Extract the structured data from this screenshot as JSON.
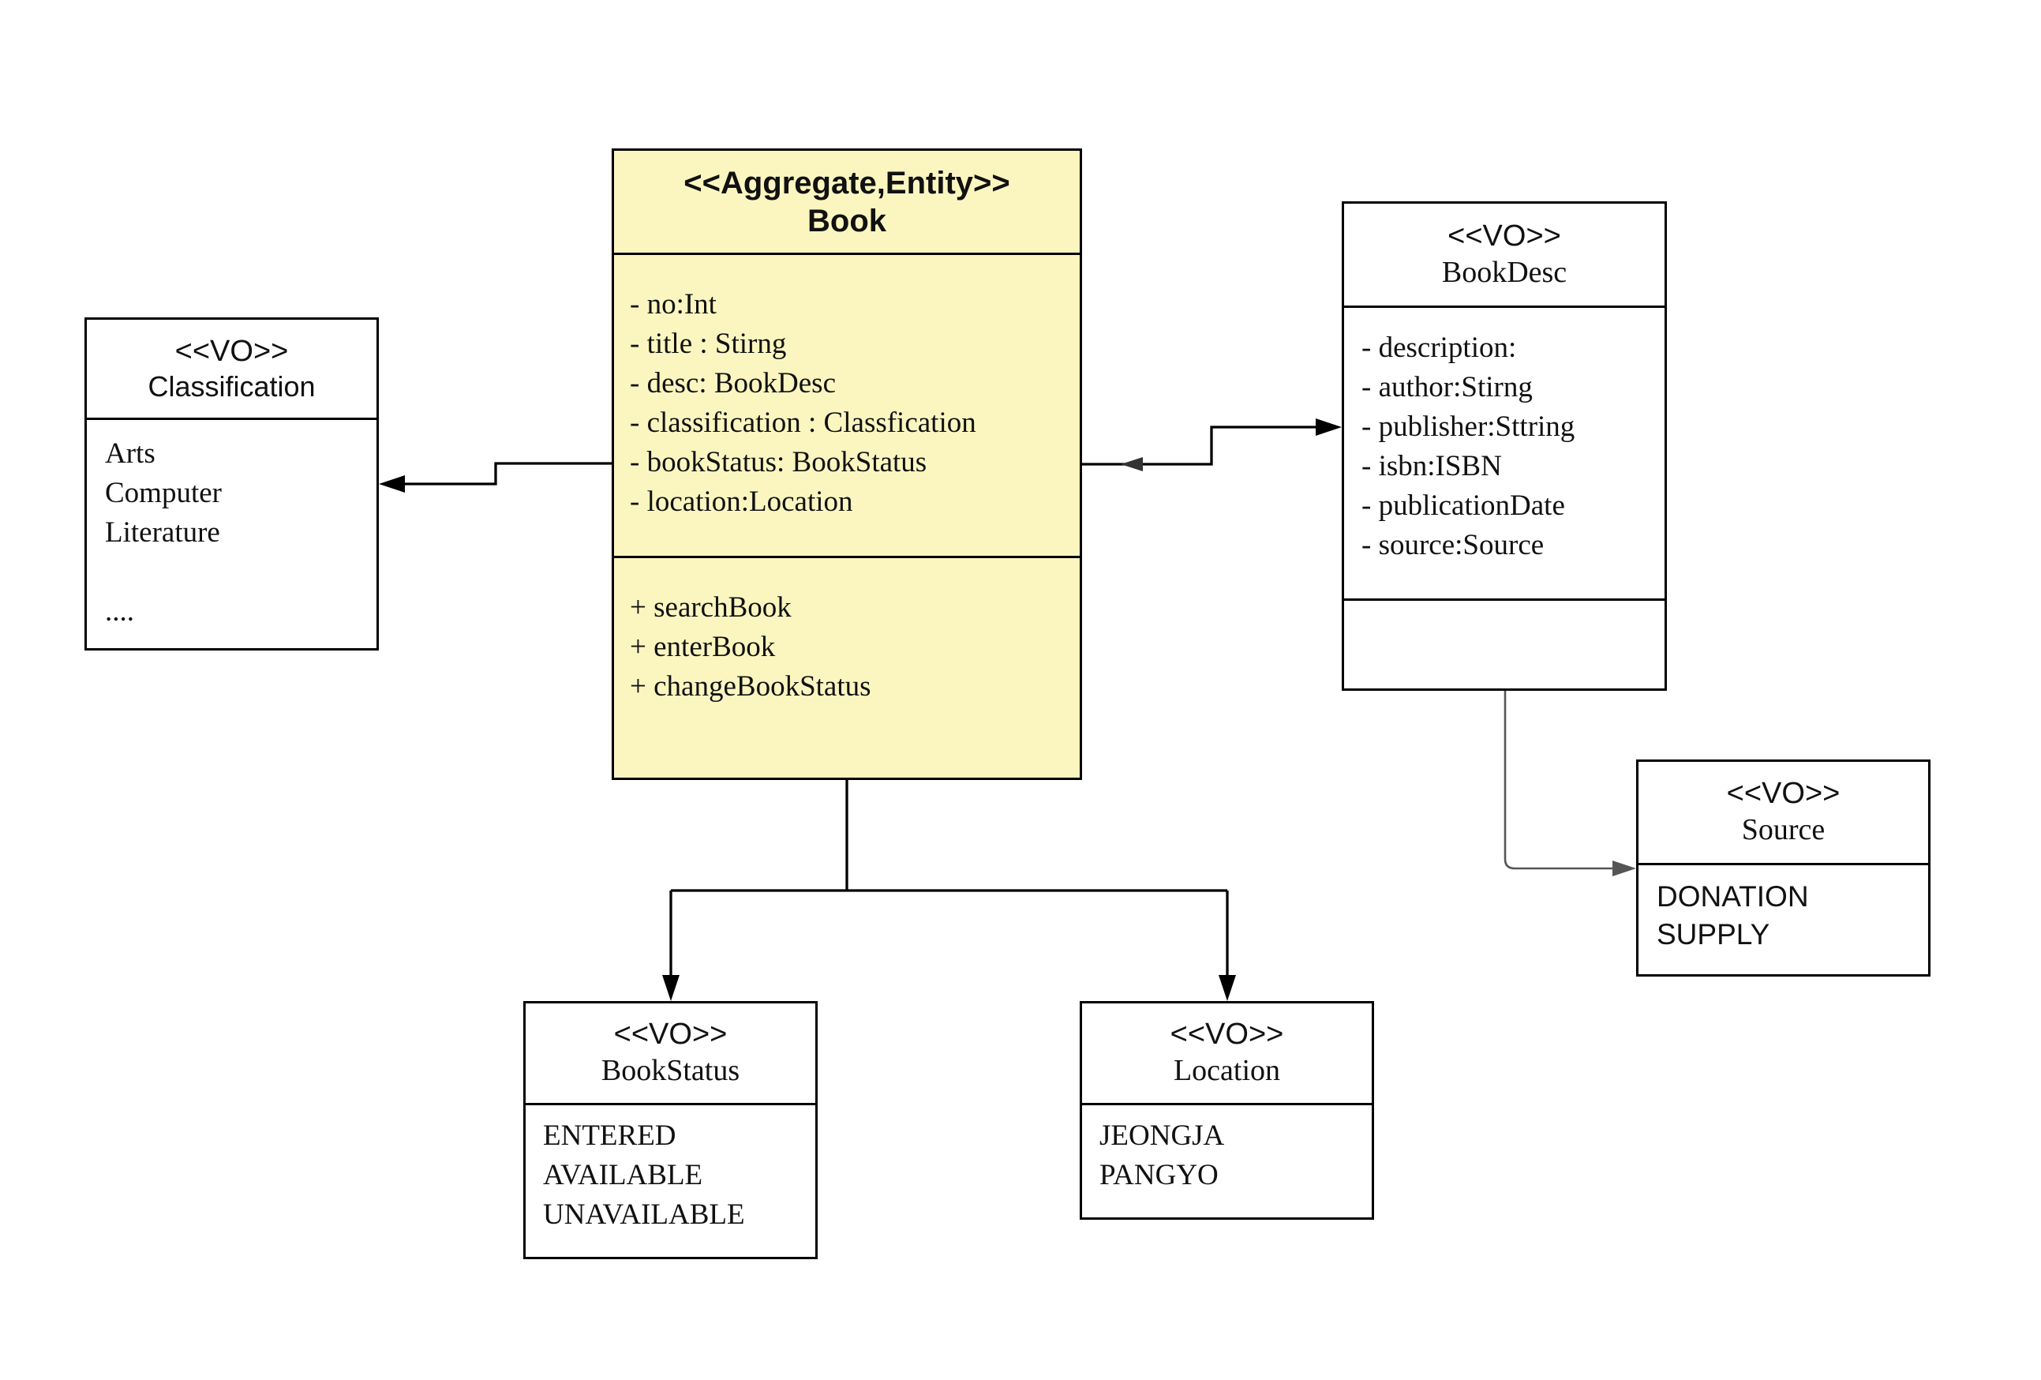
{
  "colors": {
    "entity_fill": "#fbf6c0",
    "vo_fill": "#ffffff",
    "stroke": "#000000",
    "connector_gray": "#555555"
  },
  "book": {
    "stereotype": "<<Aggregate,Entity>>",
    "name": "Book",
    "attributes": [
      "- no:Int",
      "- title : Stirng",
      "- desc: BookDesc",
      "- classification : Classfication",
      "- bookStatus: BookStatus",
      "- location:Location"
    ],
    "operations": [
      "+ searchBook",
      "+ enterBook",
      "+ changeBookStatus"
    ]
  },
  "classification": {
    "stereotype": "<<VO>>",
    "name": "Classification",
    "values": [
      "Arts",
      "Computer",
      "Literature",
      "",
      "...."
    ]
  },
  "book_desc": {
    "stereotype": "<<VO>>",
    "name": "BookDesc",
    "attributes": [
      "- description:",
      "- author:Stirng",
      "- publisher:Sttring",
      "- isbn:ISBN",
      "- publicationDate",
      "- source:Source"
    ]
  },
  "source": {
    "stereotype": "<<VO>>",
    "name": "Source",
    "values": [
      "DONATION",
      "SUPPLY"
    ]
  },
  "book_status": {
    "stereotype": "<<VO>>",
    "name": "BookStatus",
    "values": [
      "ENTERED",
      "AVAILABLE",
      "UNAVAILABLE"
    ]
  },
  "location": {
    "stereotype": "<<VO>>",
    "name": "Location",
    "values": [
      "JEONGJA",
      "PANGYO"
    ]
  }
}
